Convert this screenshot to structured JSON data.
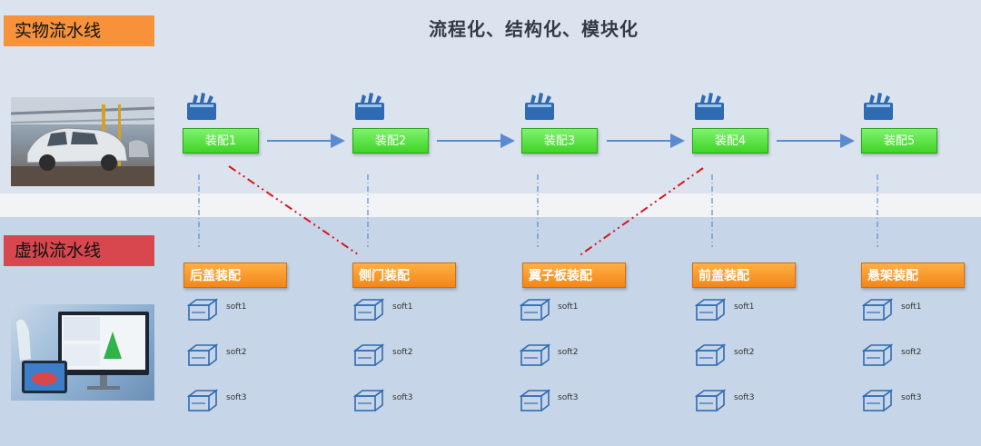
{
  "title": "流程化、结构化、模块化",
  "physical_line": {
    "label": "实物流水线"
  },
  "virtual_line": {
    "label": "虚拟流水线"
  },
  "stations": [
    {
      "assembly": "装配1",
      "module": "后盖装配",
      "softs": [
        "soft1",
        "soft2",
        "soft3"
      ]
    },
    {
      "assembly": "装配2",
      "module": "侧门装配",
      "softs": [
        "soft1",
        "soft2",
        "soft3"
      ]
    },
    {
      "assembly": "装配3",
      "module": "翼子板装配",
      "softs": [
        "soft1",
        "soft2",
        "soft3"
      ]
    },
    {
      "assembly": "装配4",
      "module": "前盖装配",
      "softs": [
        "soft1",
        "soft2",
        "soft3"
      ]
    },
    {
      "assembly": "装配5",
      "module": "悬架装配",
      "softs": [
        "soft1",
        "soft2",
        "soft3"
      ]
    }
  ],
  "icons": {
    "tool": "toolbox-icon",
    "software": "box-icon"
  },
  "colors": {
    "physical_label": "#f7923a",
    "virtual_label": "#d7474d",
    "assembly_box": "#4cdc34",
    "module_box": "#f7921e",
    "flow_arrow": "#5a8ad0",
    "cross_link": "#d9141e"
  }
}
